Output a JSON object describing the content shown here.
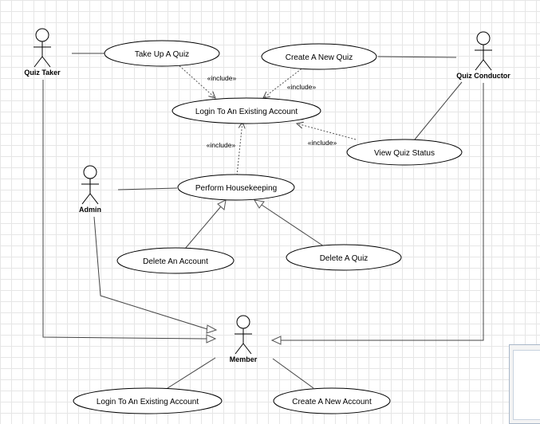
{
  "actors": {
    "quiz_taker": "Quiz Taker",
    "quiz_conductor": "Quiz Conductor",
    "admin": "Admin",
    "member": "Member"
  },
  "use_cases": {
    "take_up_quiz": "Take Up A Quiz",
    "create_new_quiz": "Create A New Quiz",
    "login_existing": "Login To An Existing Account",
    "view_quiz_status": "View Quiz Status",
    "perform_housekeeping": "Perform Housekeeping",
    "delete_account": "Delete An Account",
    "delete_quiz": "Delete A Quiz",
    "member_login": "Login To An Existing Account",
    "member_create_account": "Create A New Account"
  },
  "relations": {
    "include_take_quiz": "«include»",
    "include_create_quiz": "«include»",
    "include_housekeeping": "«include»",
    "include_view_status": "«include»"
  }
}
